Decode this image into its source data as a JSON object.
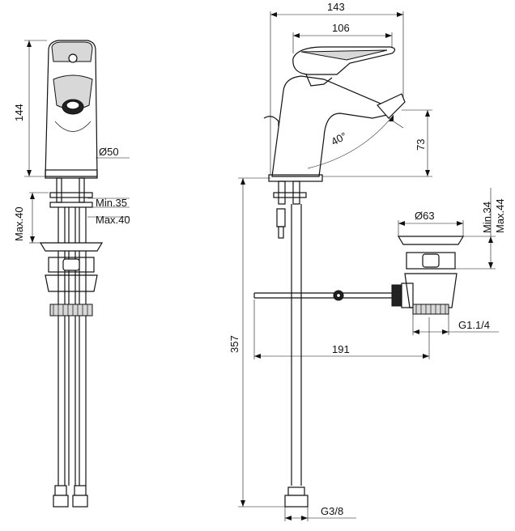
{
  "dimensions": {
    "front_height": "144",
    "spout_dia": "Ø50",
    "min_a": "Min.35",
    "max_a": "Max.40",
    "max_b": "Max.40",
    "total_width": "143",
    "lever_length": "106",
    "swivel_angle": "40°",
    "spout_height": "73",
    "overall_height": "357",
    "waste_dia": "Ø63",
    "waste_min": "Min.34",
    "waste_max": "Max.44",
    "waste_thread": "G1.1/4",
    "rod_length": "191",
    "hose_thread": "G3/8"
  }
}
